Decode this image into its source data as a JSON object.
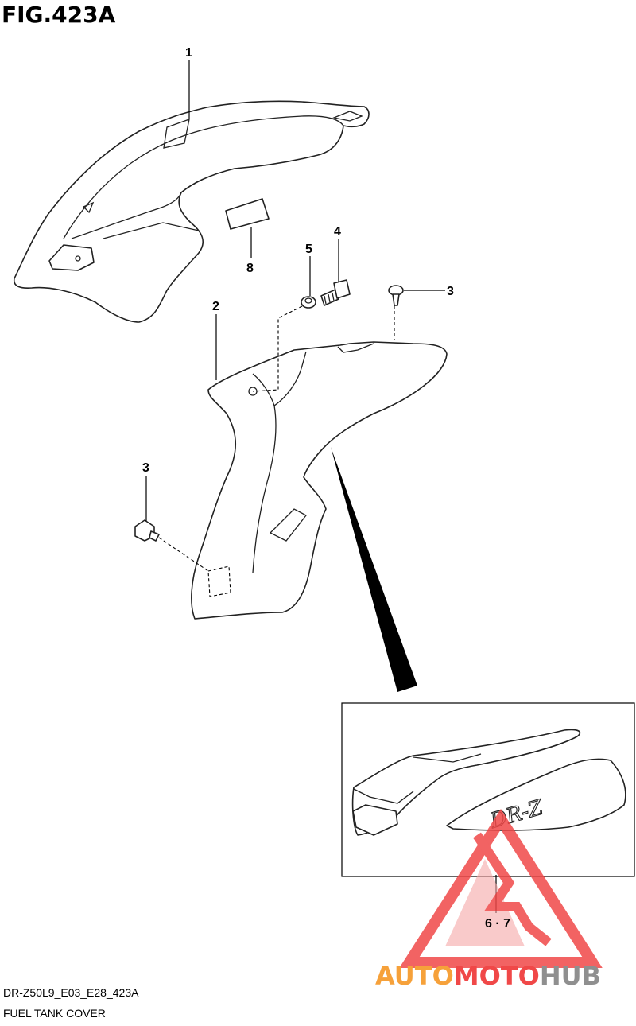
{
  "figure": {
    "title": "FIG.423A"
  },
  "callouts": {
    "part1": "1",
    "part2": "2",
    "part3_top": "3",
    "part3_left": "3",
    "part4": "4",
    "part5": "5",
    "part8": "8",
    "part67": "6 · 7"
  },
  "decal_text": "DR-Z",
  "watermark": {
    "text_auto": "AUTO",
    "text_moto": "MOTO",
    "text_hub": "HUB",
    "color_red": "#f04848",
    "color_orange": "#f6a13a",
    "color_gray": "#8f8f8f"
  },
  "footer": {
    "model_code": "DR-Z50L9_E03_E28_423A",
    "section_name": "FUEL TANK COVER"
  }
}
